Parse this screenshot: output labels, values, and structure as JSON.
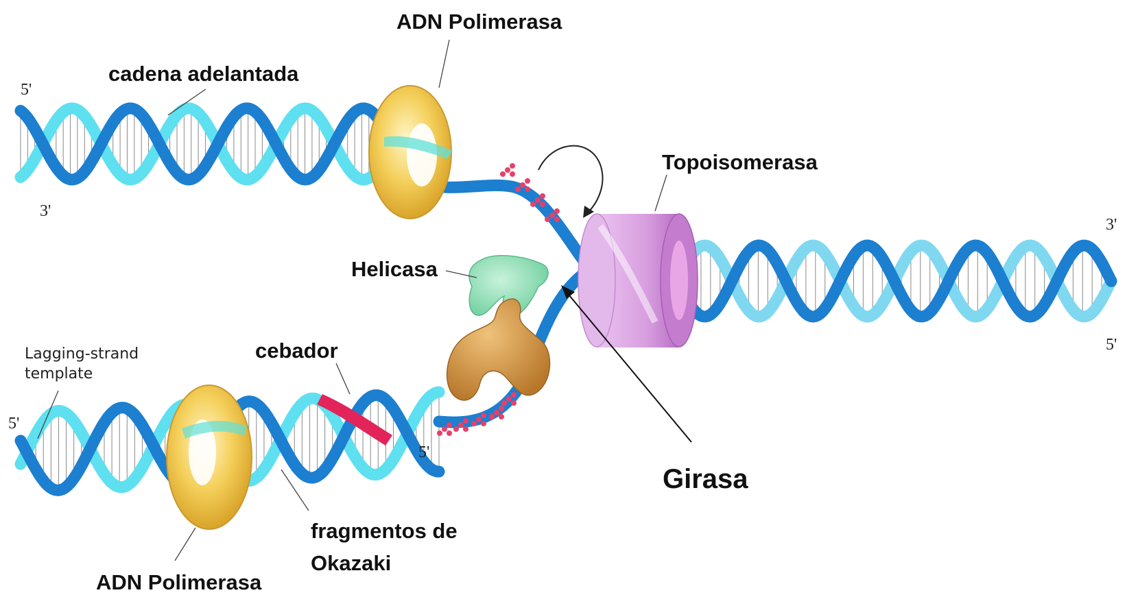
{
  "labels": {
    "top_polymerase": "ADN Polimerasa",
    "leading_strand": "cadena adelantada",
    "topoisomerase": "Topoisomerasa",
    "helicase": "Helicasa",
    "lagging_template_line1": "Lagging-strand",
    "lagging_template_line2": "template",
    "primer": "cebador",
    "okazaki_line1": "fragmentos de",
    "okazaki_line2": "Okazaki",
    "bottom_polymerase": "ADN Polimerasa",
    "gyrase": "Girasa"
  },
  "strand_ends": {
    "top_left_5": "5'",
    "top_left_3": "3'",
    "right_3": "3'",
    "right_5": "5'",
    "bottom_left_5": "5'",
    "primer_5": "5'"
  },
  "colors": {
    "strand_dark": "#1c7fd0",
    "strand_light": "#7fd8f0",
    "strand_new": "#5ee0f0",
    "polymerase": "#f2c64a",
    "topoisomerase": "#d99ee0",
    "helicase": "#8fdcb0",
    "primase": "#c98a3a",
    "primer": "#e2245a",
    "ssb_dots": "#e8406a"
  }
}
